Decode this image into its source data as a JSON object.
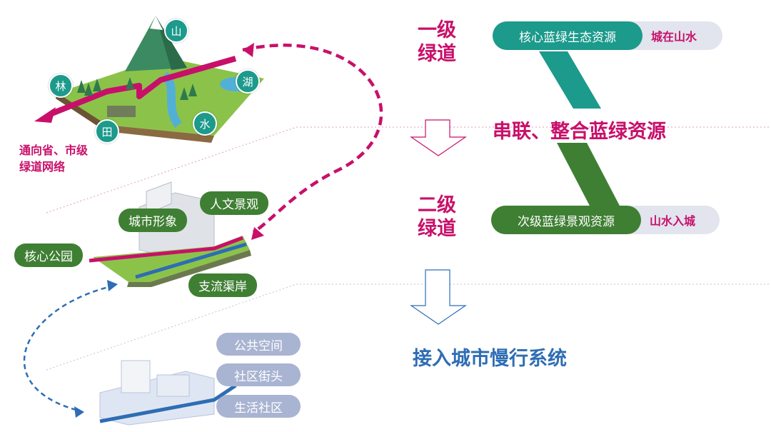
{
  "left": {
    "mountain_labels": {
      "mountain": "山",
      "forest": "林",
      "lake": "湖",
      "water": "水",
      "field": "田"
    },
    "to_network": [
      "通向省、市级",
      "绿道网络"
    ],
    "park_labels": {
      "humanities": "人文景观",
      "city_image": "城市形象",
      "core_park": "核心公园",
      "tributary": "支流渠岸"
    },
    "community_labels": [
      "公共空间",
      "社区街头",
      "生活社区"
    ]
  },
  "right": {
    "level1": [
      "一级",
      "绿道"
    ],
    "level2": [
      "二级",
      "绿道"
    ],
    "level1_resource": "核心蓝绿生态资源",
    "level1_tag": "城在山水",
    "middle": "串联、整合蓝绿资源",
    "level2_resource": "次级蓝绿景观资源",
    "level2_tag": "山水入城",
    "bottom": "接入城市慢行系统"
  },
  "colors": {
    "teal": "#1c9a8c",
    "green": "#3f7f33",
    "magenta": "#c8106a",
    "blue": "#2e6db3",
    "lavender": "#a9b4d2"
  }
}
